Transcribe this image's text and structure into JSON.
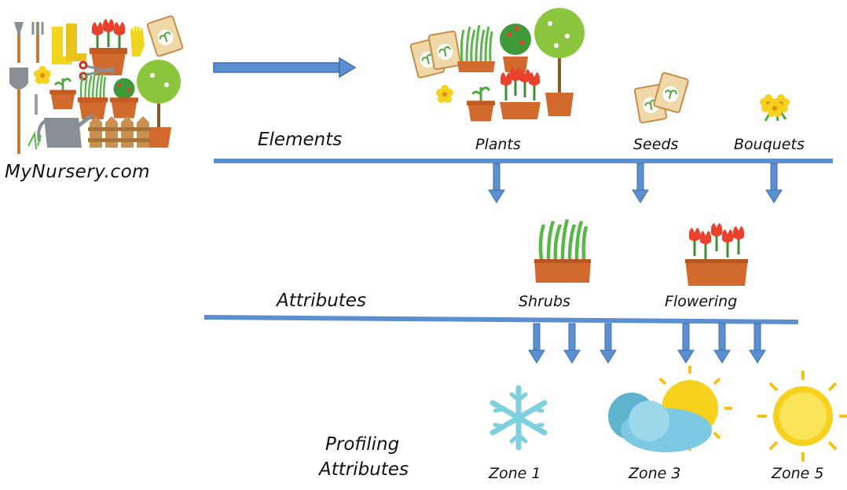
{
  "brand": "MyNursery.com",
  "levels": {
    "elements": "Elements",
    "attributes": "Attributes",
    "profiling_line1": "Profiling",
    "profiling_line2": "Attributes"
  },
  "elements": [
    "Plants",
    "Seeds",
    "Bouquets"
  ],
  "attributes": [
    "Shrubs",
    "Flowering"
  ],
  "profiling": [
    "Zone 1",
    "Zone 3",
    "Zone 5"
  ],
  "colors": {
    "connector": "#5b8fd0",
    "connector_dark": "#3d6fad",
    "pot": "#d2692d",
    "leaf": "#4caa3c",
    "flower": "#e8412c",
    "snowflake": "#7fd0de",
    "sun": "#f6d11e",
    "cloud": "#7cc9e3"
  },
  "icons": [
    "garden-tools-icon",
    "rubber-boots-icon",
    "glove-icon",
    "seed-packet-icon",
    "shovel-icon",
    "watering-can-icon",
    "fence-icon",
    "topiary-tree-icon",
    "grass-pot-icon",
    "tulip-pot-icon",
    "bush-pot-icon",
    "seedling-pot-icon",
    "bouquet-icon",
    "snowflake-icon",
    "sun-cloud-icon",
    "sun-icon"
  ]
}
